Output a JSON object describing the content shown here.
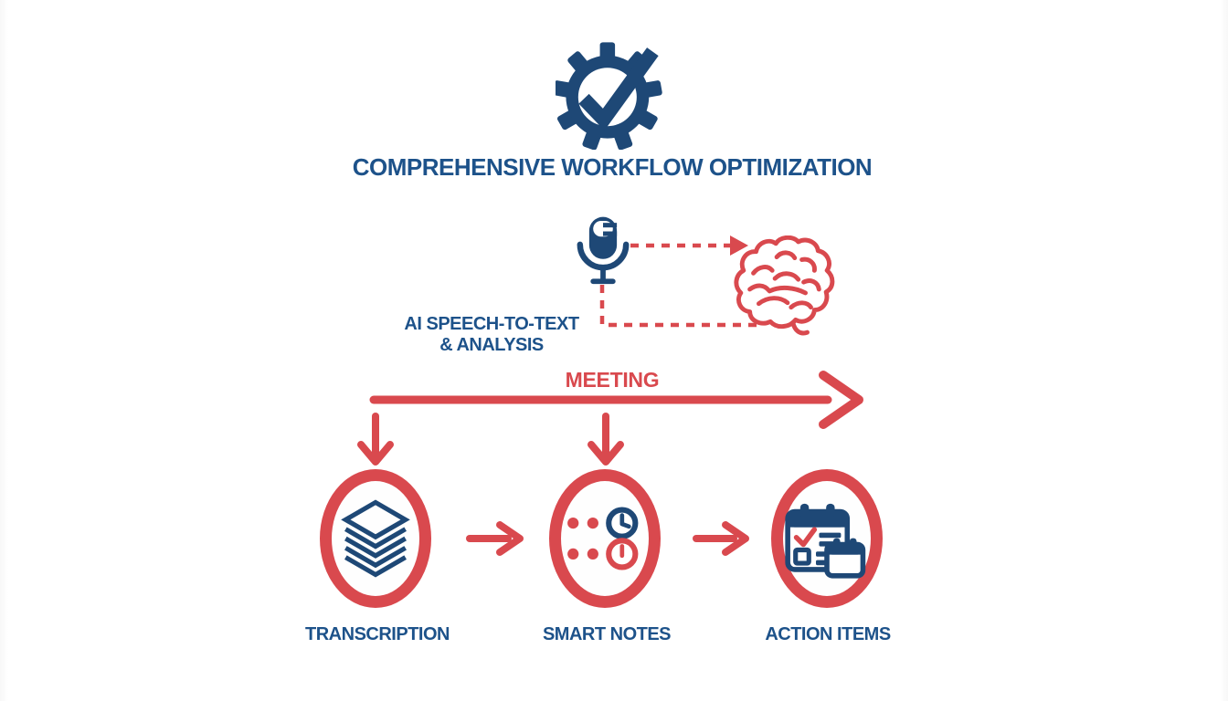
{
  "palette": {
    "navy_icon": "#1e4876",
    "blue_text": "#1d528a",
    "red": "#d9494e",
    "background": "#ffffff"
  },
  "header": {
    "icon": "gear-checkmark-icon",
    "title": "COMPREHENSIVE WORKFLOW OPTIMIZATION"
  },
  "ai_section": {
    "mic_icon": "microphone-icon",
    "brain_icon": "brain-icon",
    "label_line1": "AI SPEECH-TO-TEXT",
    "label_line2": "& ANALYSIS"
  },
  "timeline": {
    "label": "MEETING"
  },
  "stages": [
    {
      "icon": "layers-icon",
      "label": "TRANSCRIPTION"
    },
    {
      "icon": "notes-clocks-icon",
      "label": "SMART NOTES"
    },
    {
      "icon": "calendar-tasks-icon",
      "label": "ACTION ITEMS"
    }
  ]
}
